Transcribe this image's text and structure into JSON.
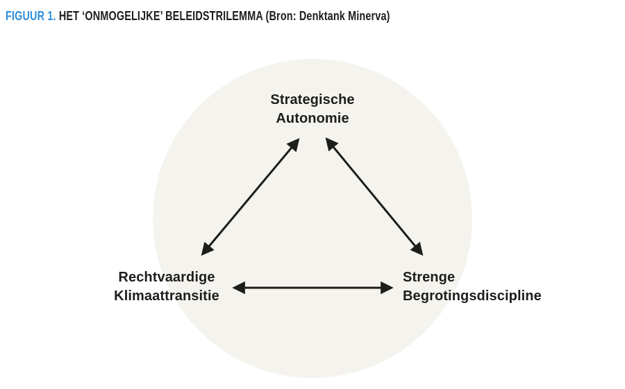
{
  "figure": {
    "label": "FIGUUR 1.",
    "title": "HET ‘ONMOGELIJKE’ BELEIDSTRILEMMA (Bron: Denktank Minerva)",
    "label_color": "#2f8fdd",
    "title_color": "#1d1d1b"
  },
  "diagram": {
    "type": "trilemma-triangle",
    "circle_background_color": "#f5f3ee",
    "arrow_color": "#1d1d1b",
    "nodes": [
      {
        "id": "top",
        "lines": [
          "Strategische",
          "Autonomie"
        ]
      },
      {
        "id": "bottom-left",
        "lines": [
          "Rechtvaardige",
          "Klimaattransitie"
        ]
      },
      {
        "id": "bottom-right",
        "lines": [
          "Strenge",
          "Begrotingsdiscipline"
        ]
      }
    ],
    "edges": [
      {
        "from": "bottom-left",
        "to": "top",
        "style": "double-arrow"
      },
      {
        "from": "top",
        "to": "bottom-right",
        "style": "double-arrow"
      },
      {
        "from": "bottom-left",
        "to": "bottom-right",
        "style": "double-arrow"
      }
    ]
  }
}
